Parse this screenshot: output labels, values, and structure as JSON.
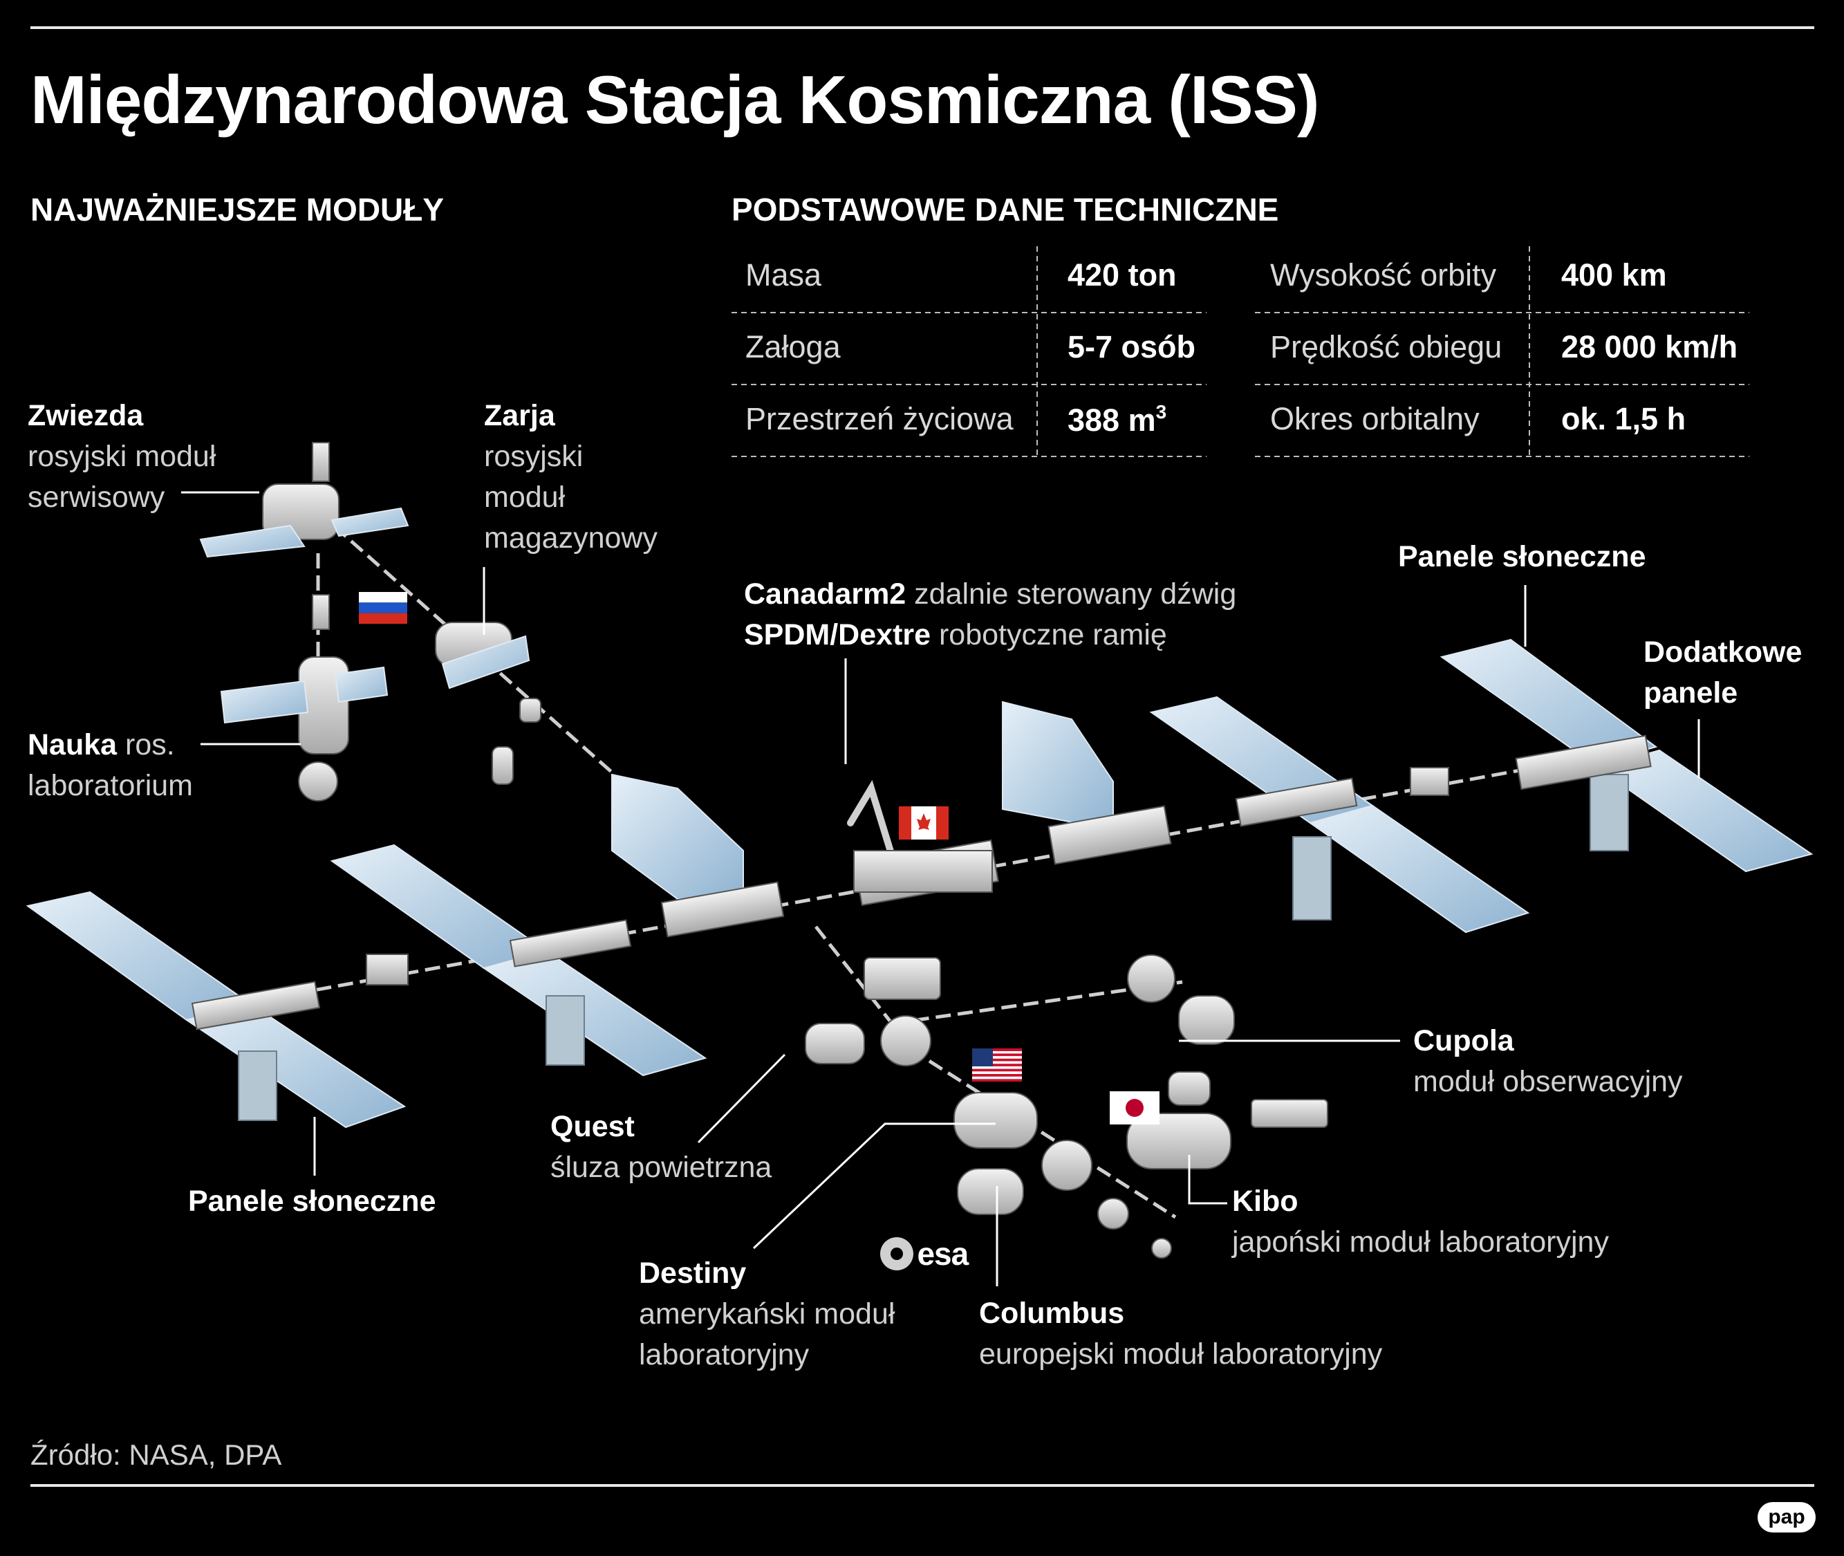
{
  "title": "Międzynarodowa Stacja Kosmiczna (ISS)",
  "sections": {
    "modules": "NAJWAŻNIEJSZE MODUŁY",
    "specs": "PODSTAWOWE DANE TECHNICZNE"
  },
  "specs": {
    "left": [
      {
        "label": "Masa",
        "value": "420 ton"
      },
      {
        "label": "Załoga",
        "value": "5-7 osób"
      },
      {
        "label": "Przestrzeń życiowa",
        "value": "388 m",
        "sup": "3"
      }
    ],
    "right": [
      {
        "label": "Wysokość orbity",
        "value": "400 km"
      },
      {
        "label": "Prędkość obiegu",
        "value": "28 000 km/h"
      },
      {
        "label": "Okres orbitalny",
        "value": "ok. 1,5 h"
      }
    ]
  },
  "callouts": {
    "zwiezda": {
      "name": "Zwiezda",
      "desc1": "rosyjski moduł",
      "desc2": "serwisowy"
    },
    "zarja": {
      "name": "Zarja",
      "desc1": "rosyjski",
      "desc2": "moduł",
      "desc3": "magazynowy"
    },
    "nauka": {
      "name": "Nauka",
      "desc1": "ros.",
      "desc2": "laboratorium"
    },
    "canadarm": {
      "name1": "Canadarm2",
      "desc1": "zdalnie sterowany dźwig",
      "name2": "SPDM/Dextre",
      "desc2": "robotyczne ramię"
    },
    "panels_top": {
      "name": "Panele słoneczne"
    },
    "extra_panels": {
      "name1": "Dodatkowe",
      "name2": "panele"
    },
    "cupola": {
      "name": "Cupola",
      "desc": "moduł obserwacyjny"
    },
    "quest": {
      "name": "Quest",
      "desc": "śluza powietrzna"
    },
    "panels_bottom": {
      "name": "Panele słoneczne"
    },
    "kibo": {
      "name": "Kibo",
      "desc": "japoński moduł laboratoryjny"
    },
    "destiny": {
      "name": "Destiny",
      "desc1": "amerykański moduł",
      "desc2": "laboratoryjny"
    },
    "columbus": {
      "name": "Columbus",
      "desc": "europejski moduł laboratoryjny"
    }
  },
  "esa_logo": "esa",
  "source": "Źródło: NASA, DPA",
  "pap_logo": "pap",
  "colors": {
    "background": "#000000",
    "panel": "#a9c8e0",
    "module": "#d6d6d6"
  }
}
